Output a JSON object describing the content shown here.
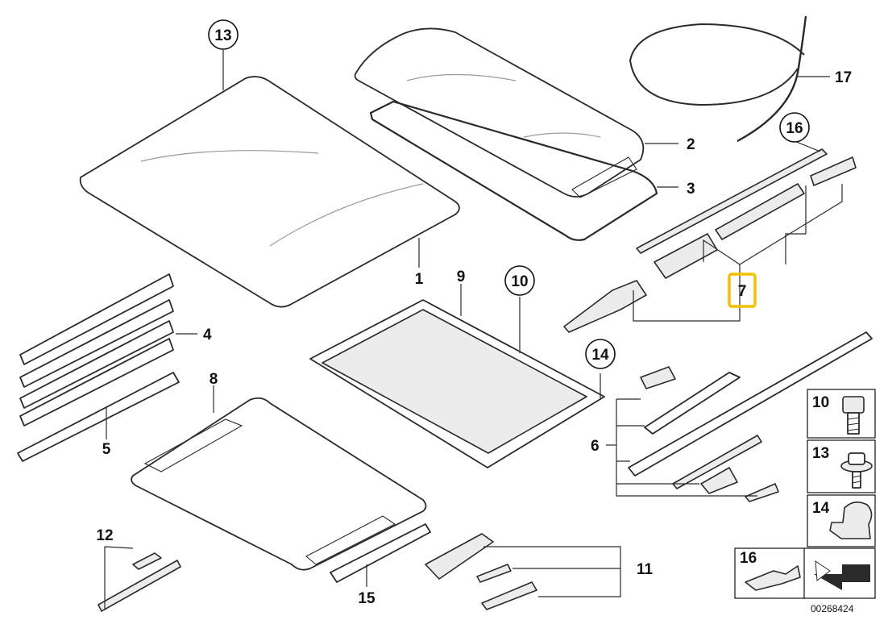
{
  "diagram": {
    "callouts": [
      {
        "id": "c1",
        "label": "1"
      },
      {
        "id": "c2",
        "label": "2"
      },
      {
        "id": "c3",
        "label": "3"
      },
      {
        "id": "c4",
        "label": "4"
      },
      {
        "id": "c5",
        "label": "5"
      },
      {
        "id": "c6",
        "label": "6"
      },
      {
        "id": "c7",
        "label": "7"
      },
      {
        "id": "c8",
        "label": "8"
      },
      {
        "id": "c9",
        "label": "9"
      },
      {
        "id": "c10",
        "label": "10"
      },
      {
        "id": "c11",
        "label": "11"
      },
      {
        "id": "c12",
        "label": "12"
      },
      {
        "id": "c13",
        "label": "13"
      },
      {
        "id": "c14",
        "label": "14"
      },
      {
        "id": "c15",
        "label": "15"
      },
      {
        "id": "c16",
        "label": "16"
      },
      {
        "id": "c17",
        "label": "17"
      }
    ],
    "highlighted_label": "7",
    "highlight_color": "#f2c200",
    "legend": [
      {
        "label": "10",
        "icon": "bolt-icon"
      },
      {
        "label": "13",
        "icon": "screw-with-washer-icon"
      },
      {
        "label": "14",
        "icon": "clip-icon"
      },
      {
        "label": "16",
        "icon": "clip-bracket-icon"
      }
    ],
    "diagram_number": "00268424"
  }
}
